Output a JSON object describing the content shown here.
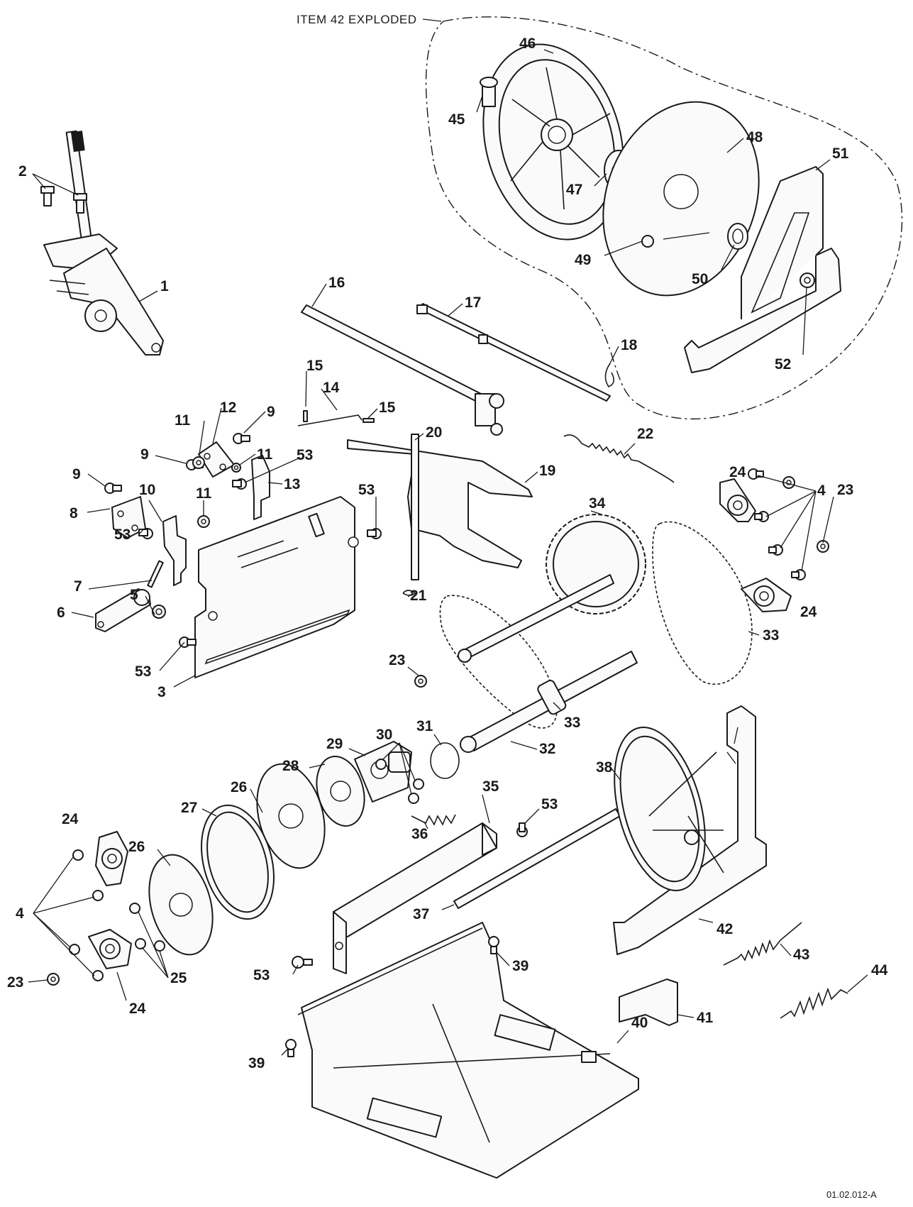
{
  "diagram": {
    "exploded_caption": "ITEM 42 EXPLODED",
    "drawing_code": "01.02.012-A",
    "callouts": {
      "c1": "1",
      "c2": "2",
      "c3": "3",
      "c4a": "4",
      "c4b": "4",
      "c5": "5",
      "c6": "6",
      "c7": "7",
      "c8": "8",
      "c9a": "9",
      "c9b": "9",
      "c9c": "9",
      "c10": "10",
      "c11a": "11",
      "c11b": "11",
      "c11c": "11",
      "c12": "12",
      "c13": "13",
      "c14": "14",
      "c15a": "15",
      "c15b": "15",
      "c16": "16",
      "c17": "17",
      "c18": "18",
      "c19": "19",
      "c20": "20",
      "c21": "21",
      "c22": "22",
      "c23a": "23",
      "c23b": "23",
      "c23c": "23",
      "c24a": "24",
      "c24b": "24",
      "c24c": "24",
      "c24d": "24",
      "c25": "25",
      "c26a": "26",
      "c26b": "26",
      "c27": "27",
      "c28": "28",
      "c29": "29",
      "c30": "30",
      "c31": "31",
      "c32": "32",
      "c33a": "33",
      "c33b": "33",
      "c34": "34",
      "c35": "35",
      "c36": "36",
      "c37": "37",
      "c38": "38",
      "c39a": "39",
      "c39b": "39",
      "c40": "40",
      "c41": "41",
      "c42": "42",
      "c43": "43",
      "c44": "44",
      "c45": "45",
      "c46": "46",
      "c47": "47",
      "c48": "48",
      "c49": "49",
      "c50": "50",
      "c51": "51",
      "c52": "52",
      "c53a": "53",
      "c53b": "53",
      "c53c": "53",
      "c53d": "53",
      "c53e": "53",
      "c53f": "53"
    }
  }
}
